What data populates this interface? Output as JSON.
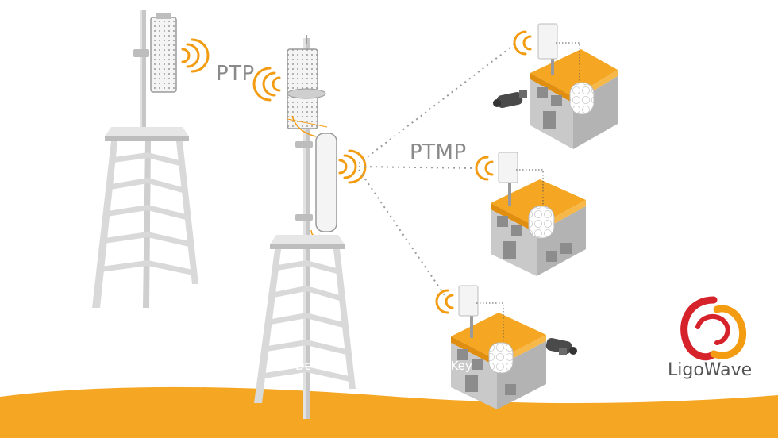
{
  "labels": {
    "ptp": "PTP",
    "ptmp": "PTMP"
  },
  "captions": {
    "left": "De",
    "right": "s Key"
  },
  "brand": {
    "name": "LigoWave"
  },
  "colors": {
    "orange": "#f5a623",
    "wave": "#f39c12",
    "roof": "#f5a623",
    "wall": "#c9c9c9",
    "wall_dark": "#a9a9a9",
    "tower": "#d9d9d9",
    "tower_dark": "#bdbdbd",
    "brand_red": "#d6232b",
    "brand_orange": "#f39c12",
    "text_gray": "#8a8a8a"
  }
}
